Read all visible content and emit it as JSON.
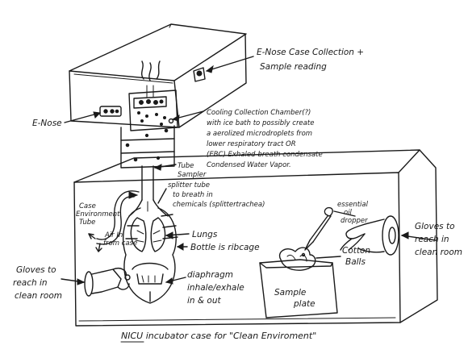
{
  "diagram": {
    "labels": {
      "enose_case": [
        "E-Nose Case Collection +",
        "Sample reading"
      ],
      "enose": "E-Nose",
      "cooling_chamber": [
        "Cooling Collection Chamber(?)",
        "with ice bath to possibly create",
        "a aerolized microdroplets from",
        "lower respiratory tract OR",
        "(EBC) Exhaled-breath condensate",
        "Condensed Water Vapor."
      ],
      "tube_sampler": [
        "Tube",
        "Sampler"
      ],
      "splitter_tube": [
        "splitter tube",
        "to breath in",
        "chemicals (splittertrachea)"
      ],
      "case_env_tube": [
        "Case",
        "Environment",
        "Tube"
      ],
      "air_in": [
        "Air In",
        "from case"
      ],
      "gloves_left": [
        "Gloves to",
        "reach in",
        "clean room"
      ],
      "lungs": "Lungs",
      "bottle": "Bottle is ribcage",
      "diaphragm": [
        "diaphragm",
        "inhale/exhale",
        "in & out"
      ],
      "essential_oil": [
        "essential",
        "oil",
        "dropper"
      ],
      "cotton": [
        "Cotton",
        "Balls"
      ],
      "gloves_right": [
        "Gloves to",
        "reach in",
        "clean room"
      ],
      "sample_plate": [
        "Sample",
        "plate"
      ],
      "caption": "NICU incubator case for \"Clean Enviroment\""
    }
  }
}
